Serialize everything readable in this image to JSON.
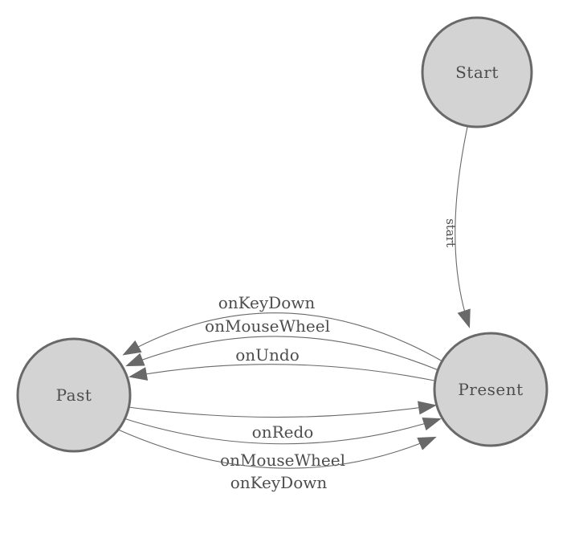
{
  "diagram": {
    "type": "state-machine",
    "colors": {
      "node_fill": "#d3d3d3",
      "node_stroke": "#696969",
      "edge_color": "#696969",
      "label_color": "#4d4d4d",
      "background": "#ffffff"
    },
    "nodes": [
      {
        "id": "start",
        "label": "Start"
      },
      {
        "id": "present",
        "label": "Present"
      },
      {
        "id": "past",
        "label": "Past"
      }
    ],
    "edges": [
      {
        "from": "Start",
        "to": "Present",
        "label": "start"
      },
      {
        "from": "Present",
        "to": "Past",
        "label": "onKeyDown"
      },
      {
        "from": "Present",
        "to": "Past",
        "label": "onMouseWheel"
      },
      {
        "from": "Present",
        "to": "Past",
        "label": "onUndo"
      },
      {
        "from": "Past",
        "to": "Present",
        "label": "onRedo"
      },
      {
        "from": "Past",
        "to": "Present",
        "label": "onMouseWheel"
      },
      {
        "from": "Past",
        "to": "Present",
        "label": "onKeyDown"
      }
    ]
  }
}
